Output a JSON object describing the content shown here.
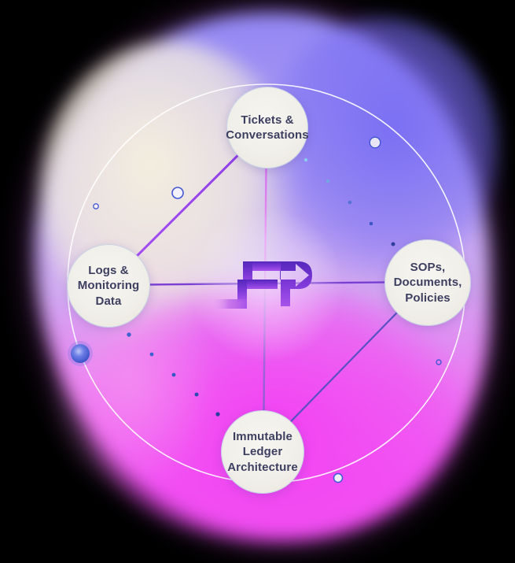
{
  "diagram": {
    "type": "hub-and-spoke",
    "center": {
      "logo_icon": "fp-arrow-logo",
      "logo_alt": "FP"
    },
    "nodes": {
      "top": {
        "label": "Tickets &\nConversations"
      },
      "left": {
        "label": "Logs &\nMonitoring\nData"
      },
      "right": {
        "label": "SOPs,\nDocuments,\nPolicies"
      },
      "bottom": {
        "label": "Immutable\nLedger\nArchitecture"
      }
    },
    "colors": {
      "background": "#000000",
      "blob_blue": "#8378f3",
      "blob_cream": "#f4efdc",
      "blob_magenta": "#ee54f1",
      "node_fill": "#f1efe9",
      "node_text": "#3d3f60",
      "logo_purple_dark": "#5527bc",
      "logo_purple_light": "#a853ea",
      "orbit_circle": "#ffffff",
      "line_diagonal_top_left": "#9a45ee",
      "line_horizontal": "#7a3fd2",
      "line_vertical_top": "#d05fe8",
      "line_vertical_bottom": "#7e52cc",
      "line_diagonal_bottom_right": "#5a4fc4",
      "accent_dot_blue": "#3b5bd6"
    }
  }
}
